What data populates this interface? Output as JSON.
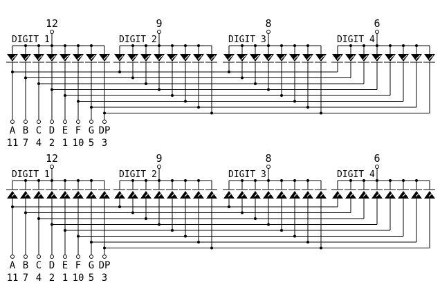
{
  "diagrams": [
    {
      "orientation": "down",
      "digits": [
        {
          "label": "DIGIT 1",
          "pin": "12"
        },
        {
          "label": "DIGIT 2",
          "pin": "9"
        },
        {
          "label": "DIGIT 3",
          "pin": "8"
        },
        {
          "label": "DIGIT 4",
          "pin": "6"
        }
      ],
      "segments": [
        {
          "name": "A",
          "pin": "11"
        },
        {
          "name": "B",
          "pin": "7"
        },
        {
          "name": "C",
          "pin": "4"
        },
        {
          "name": "D",
          "pin": "2"
        },
        {
          "name": "E",
          "pin": "1"
        },
        {
          "name": "F",
          "pin": "10"
        },
        {
          "name": "G",
          "pin": "5"
        },
        {
          "name": "DP",
          "pin": "3"
        }
      ]
    },
    {
      "orientation": "up",
      "digits": [
        {
          "label": "DIGIT 1",
          "pin": "12"
        },
        {
          "label": "DIGIT 2",
          "pin": "9"
        },
        {
          "label": "DIGIT 3",
          "pin": "8"
        },
        {
          "label": "DIGIT 4",
          "pin": "6"
        }
      ],
      "segments": [
        {
          "name": "A",
          "pin": "11"
        },
        {
          "name": "B",
          "pin": "7"
        },
        {
          "name": "C",
          "pin": "4"
        },
        {
          "name": "D",
          "pin": "2"
        },
        {
          "name": "E",
          "pin": "1"
        },
        {
          "name": "F",
          "pin": "10"
        },
        {
          "name": "G",
          "pin": "5"
        },
        {
          "name": "DP",
          "pin": "3"
        }
      ]
    }
  ]
}
